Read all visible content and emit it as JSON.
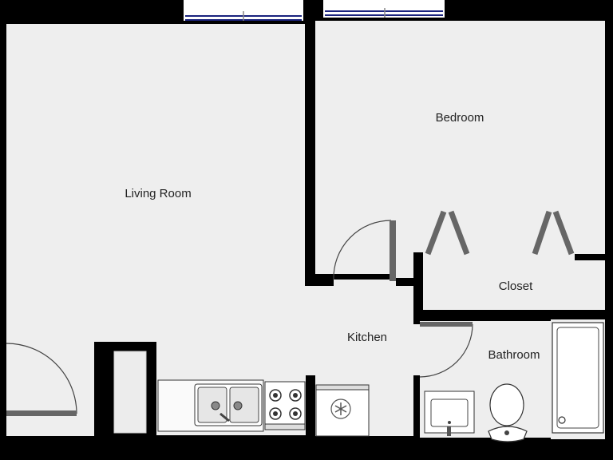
{
  "rooms": {
    "living_room": "Living Room",
    "bedroom": "Bedroom",
    "closet": "Closet",
    "kitchen": "Kitchen",
    "bathroom": "Bathroom"
  },
  "colors": {
    "wall": "#000000",
    "floor": "#eeeeee",
    "fixture": "#ffffff",
    "door": "#666666",
    "window_line": "#1a237e"
  }
}
